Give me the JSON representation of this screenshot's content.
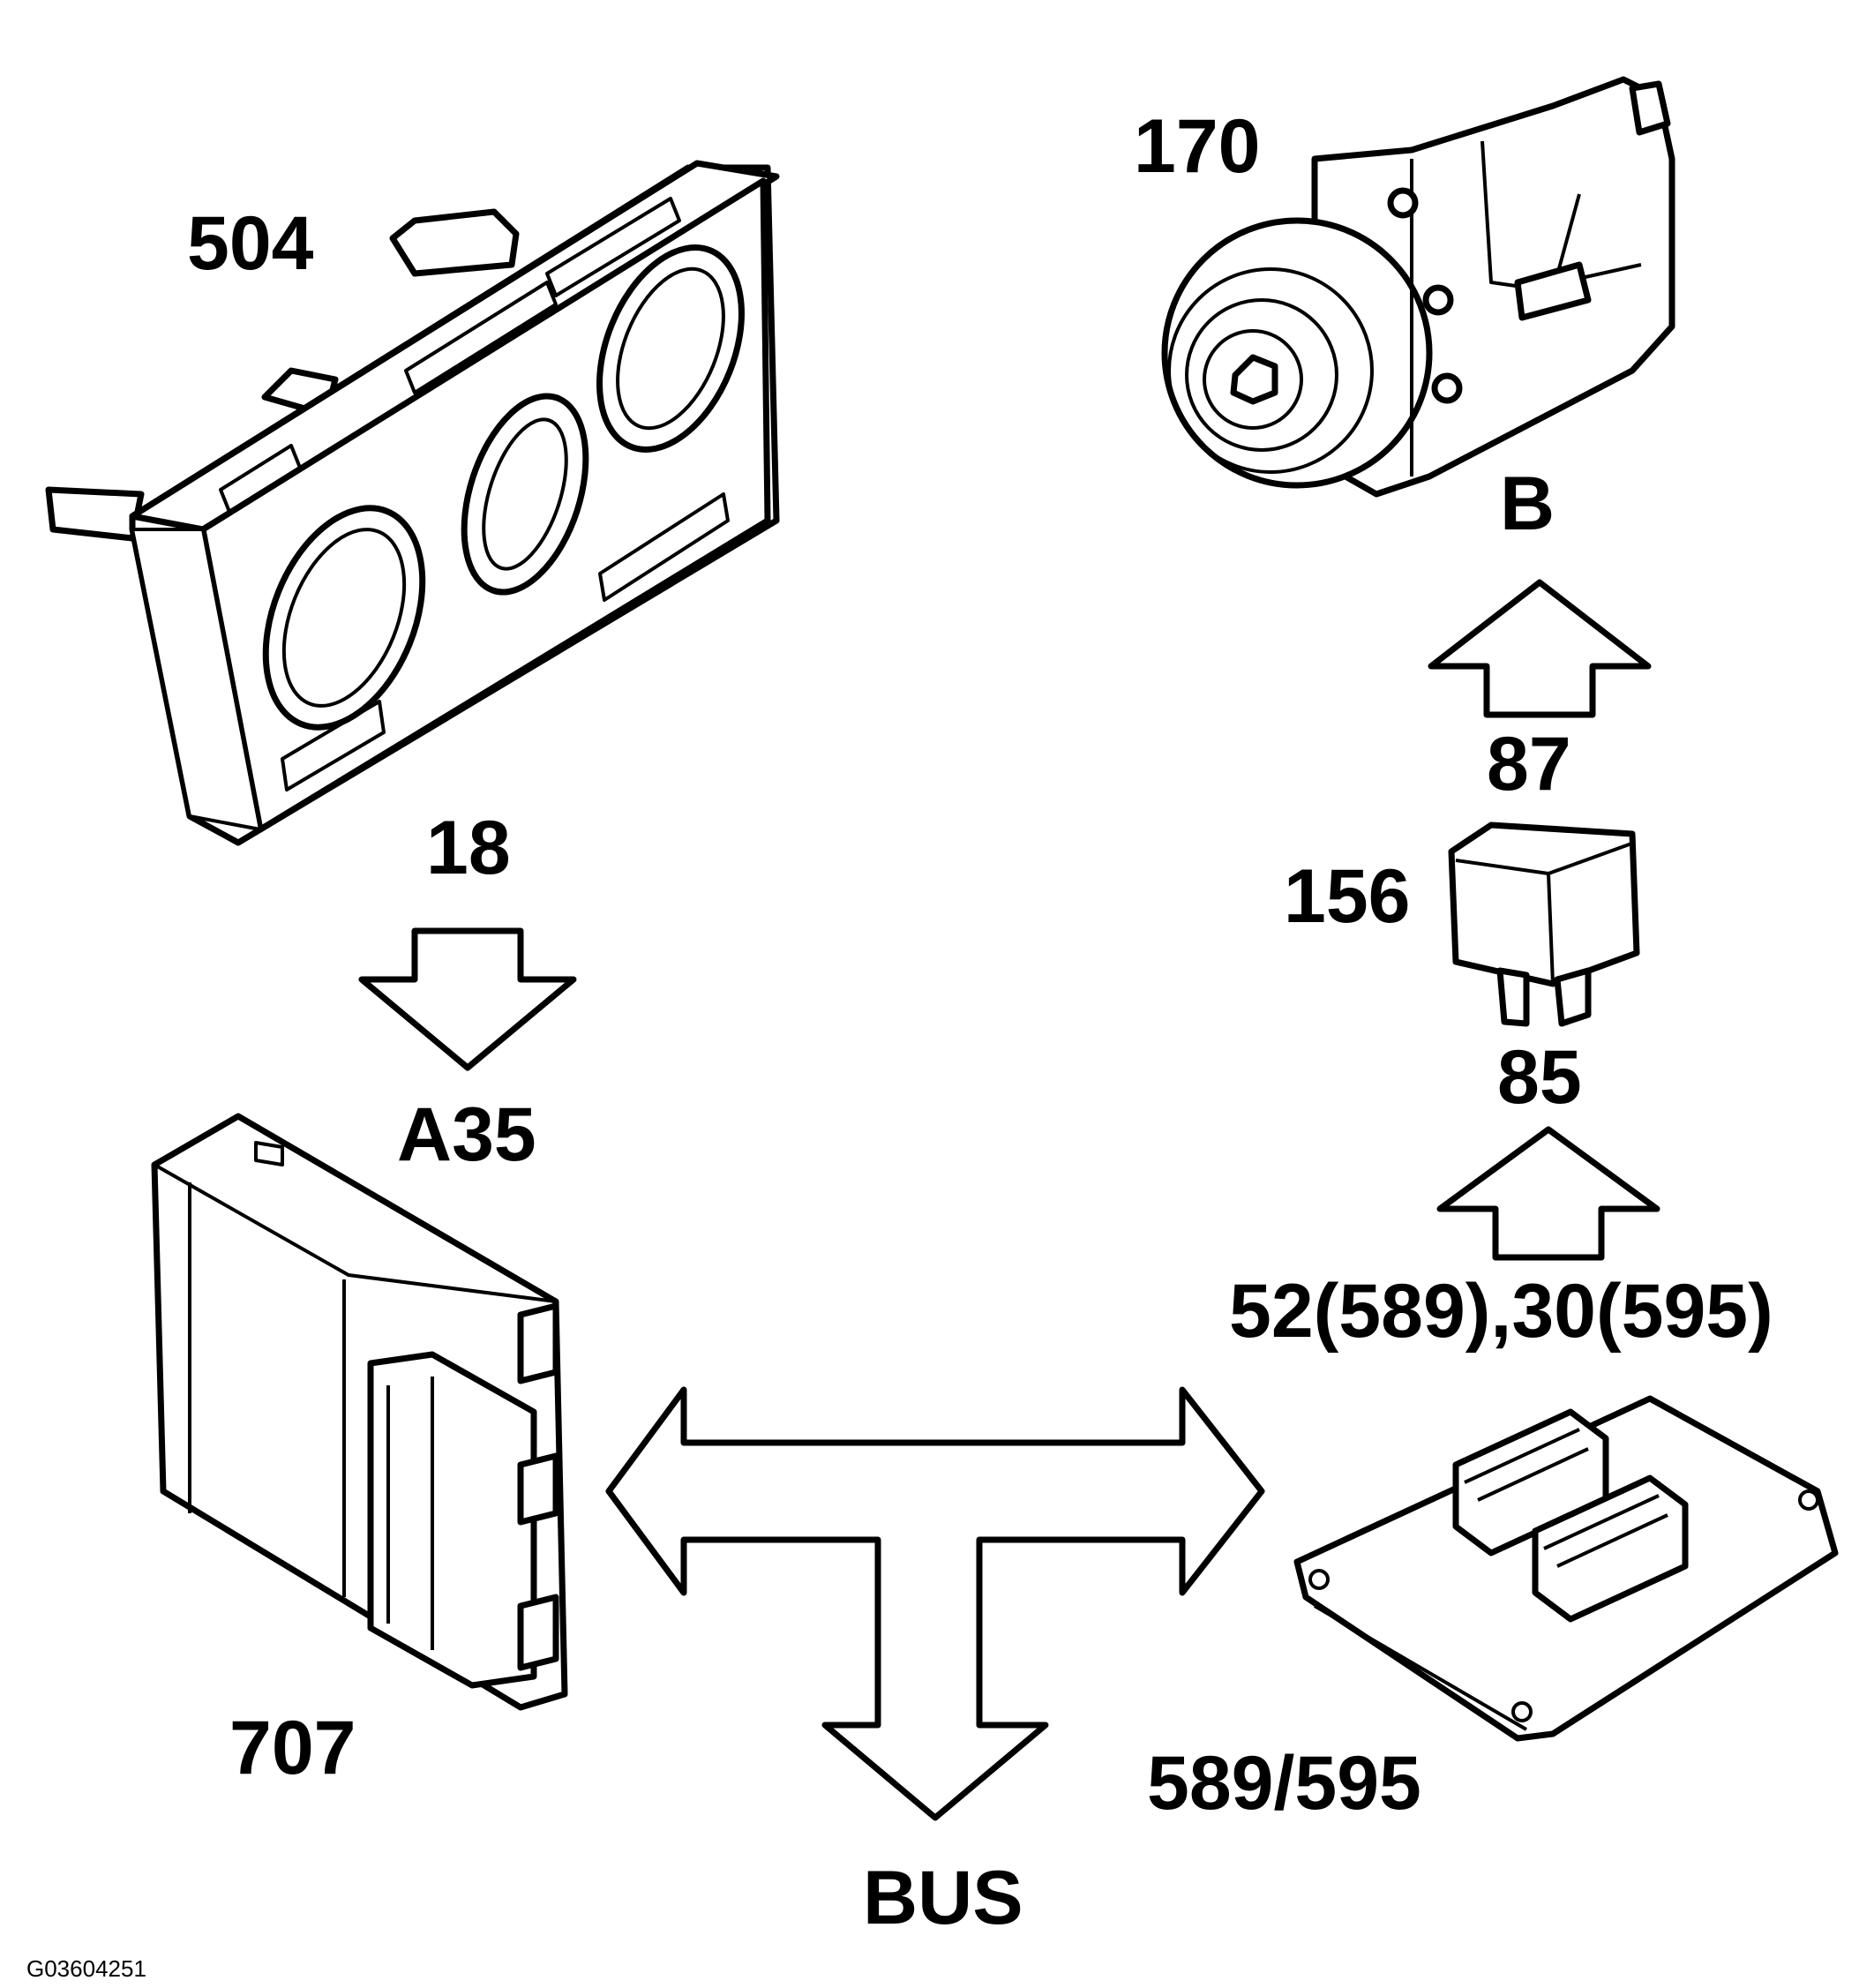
{
  "labels": {
    "control_panel": "504",
    "compressor": "170",
    "compressor_terminal": "B",
    "relay_out": "87",
    "relay": "156",
    "relay_in": "85",
    "ecm_pins": "52(589),30(595)",
    "panel_pin": "18",
    "cem_pin": "A35",
    "cem": "707",
    "ecm": "589/595",
    "bus": "BUS"
  },
  "figure_code": "G03604251"
}
